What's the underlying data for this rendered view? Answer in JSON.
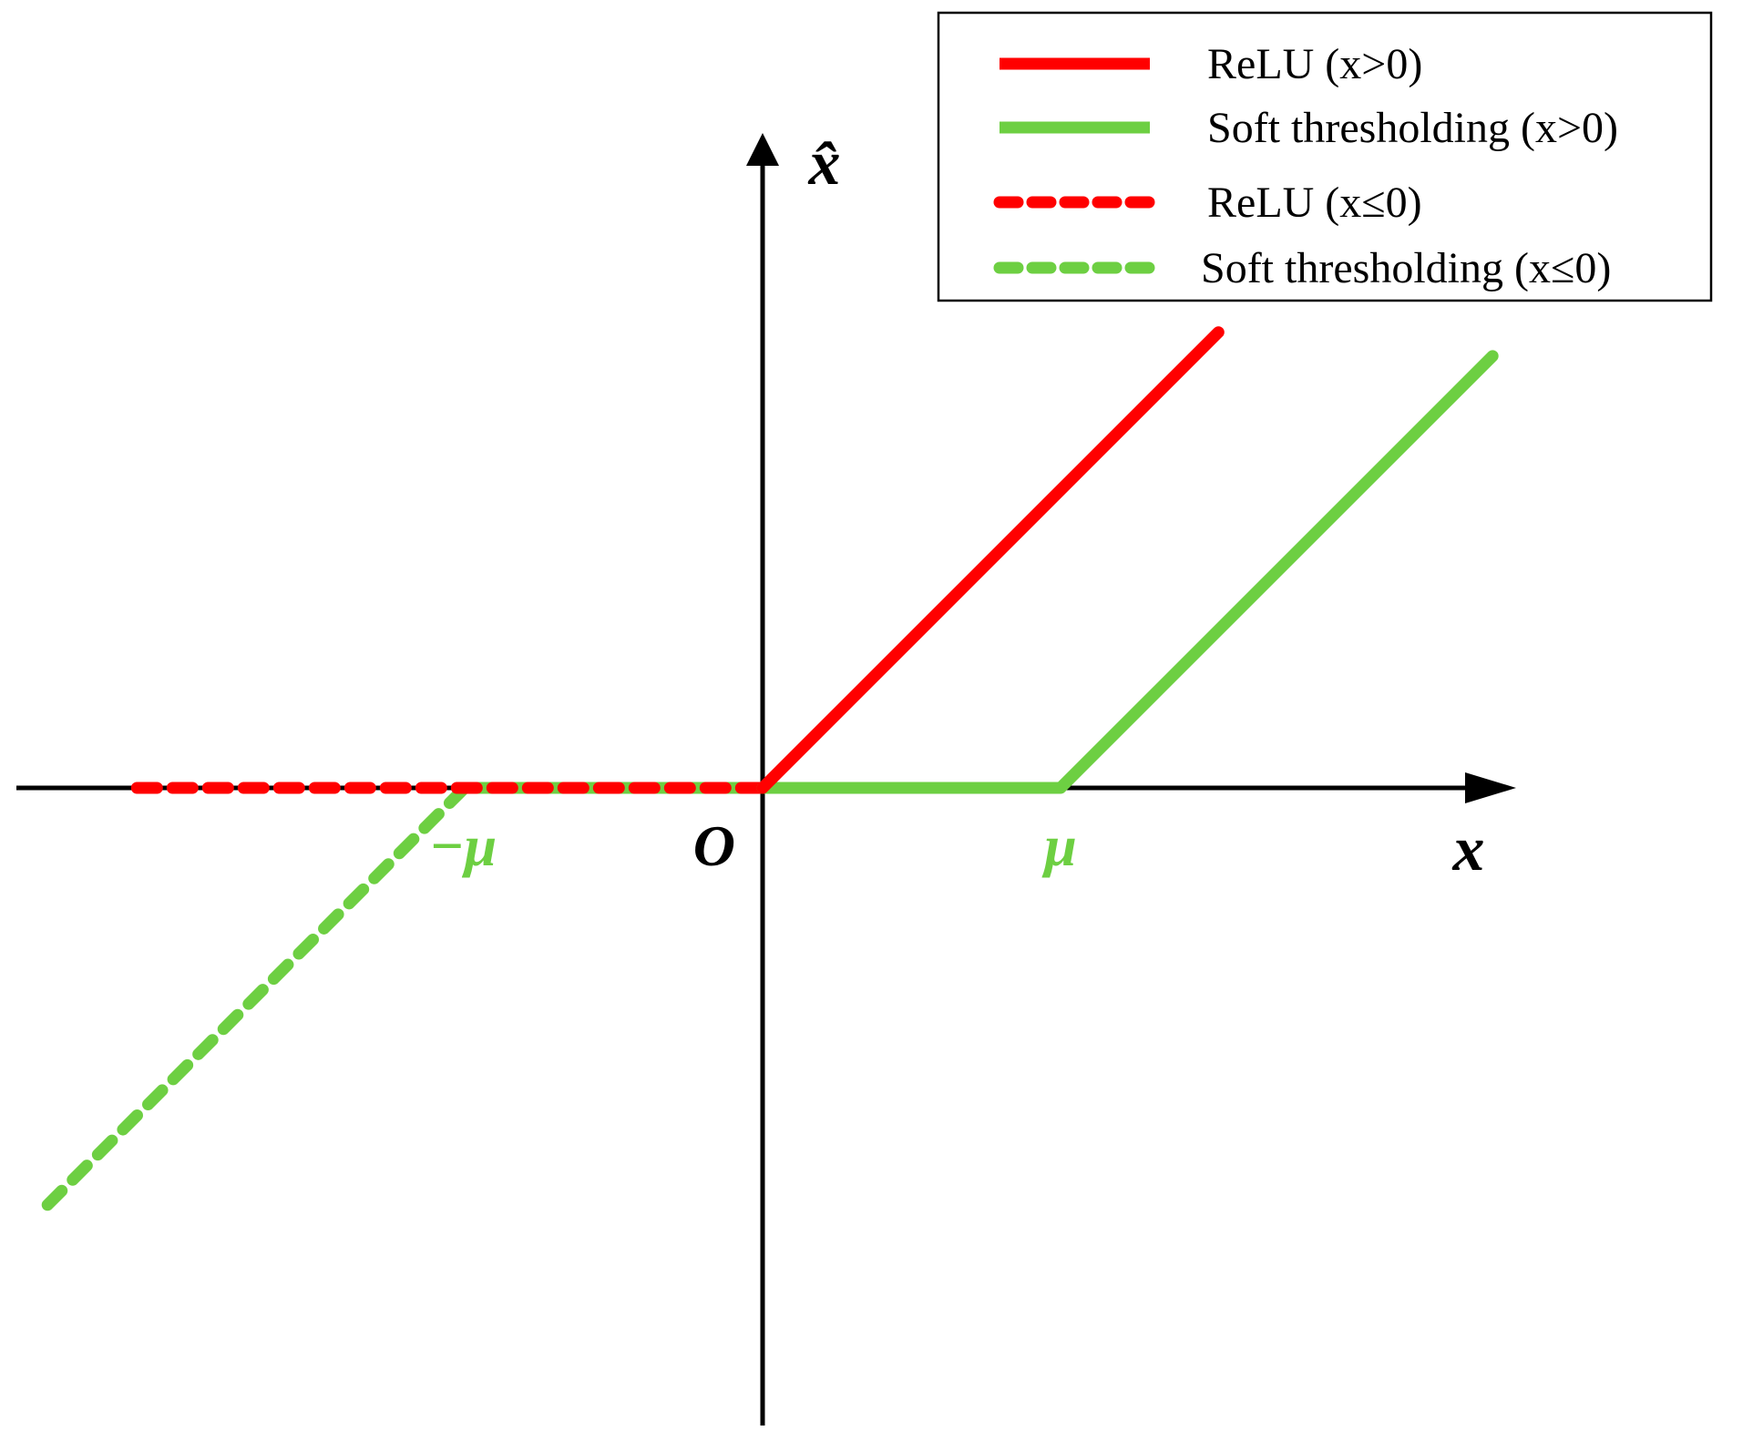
{
  "chart_data": {
    "type": "line",
    "title": "",
    "xlabel": "x",
    "ylabel": "x̂",
    "xlim": [
      -2.5,
      2.5
    ],
    "ylim": [
      -2.1,
      1.5
    ],
    "grid": false,
    "legend_position": "top-right",
    "colors": {
      "relu": "#ff0000",
      "soft": "#6dcf42"
    },
    "tick_labels": [
      {
        "name": "neg-mu-label",
        "text": "−μ",
        "x": -1,
        "color": "#6dcf42"
      },
      {
        "name": "origin-label",
        "text": "O",
        "x": 0,
        "color": "#000000"
      },
      {
        "name": "mu-label",
        "text": "μ",
        "x": 1,
        "color": "#6dcf42"
      }
    ],
    "series": [
      {
        "name": "Soft thresholding (x≤0)",
        "color": "#6dcf42",
        "dashed": true,
        "x": [
          -2.4,
          -1,
          0
        ],
        "y": [
          -1.4,
          0,
          0
        ]
      },
      {
        "name": "ReLU (x≤0)",
        "color": "#ff0000",
        "dashed": true,
        "x": [
          -2.1,
          0
        ],
        "y": [
          0,
          0
        ]
      },
      {
        "name": "Soft thresholding (x>0)",
        "color": "#6dcf42",
        "dashed": false,
        "x": [
          0,
          1,
          2.45
        ],
        "y": [
          0,
          0,
          1.45
        ]
      },
      {
        "name": "ReLU (x>0)",
        "color": "#ff0000",
        "dashed": false,
        "x": [
          0,
          1.53
        ],
        "y": [
          0,
          1.53
        ]
      }
    ],
    "legend": [
      {
        "label": "ReLU (x>0)",
        "color": "#ff0000",
        "dashed": false
      },
      {
        "label": "Soft thresholding (x>0)",
        "color": "#6dcf42",
        "dashed": false
      },
      {
        "label": "ReLU (x≤0)",
        "color": "#ff0000",
        "dashed": true
      },
      {
        "label": "Soft thresholding (x≤0)",
        "color": "#6dcf42",
        "dashed": true
      }
    ]
  }
}
